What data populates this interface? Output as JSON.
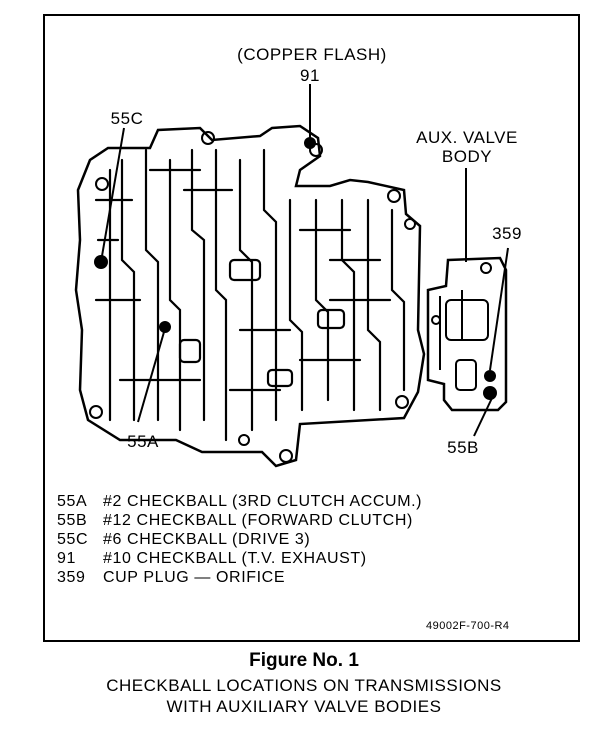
{
  "callouts": {
    "copper_flash": "(COPPER FLASH)",
    "c91": "91",
    "c55c": "55C",
    "aux_valve_body": [
      "AUX. VALVE",
      "BODY"
    ],
    "c359": "359",
    "c55a": "55A",
    "c55b": "55B"
  },
  "legend": [
    {
      "code": "55A",
      "text": "#2 CHECKBALL (3RD CLUTCH ACCUM.)"
    },
    {
      "code": "55B",
      "text": "#12 CHECKBALL (FORWARD CLUTCH)"
    },
    {
      "code": "55C",
      "text": "#6 CHECKBALL (DRIVE 3)"
    },
    {
      "code": "91",
      "text": "#10 CHECKBALL (T.V. EXHAUST)"
    },
    {
      "code": "359",
      "text": "CUP PLUG — ORIFICE"
    }
  ],
  "reference_code": "49002F-700-R4",
  "figure": {
    "title": "Figure No. 1",
    "caption": [
      "CHECKBALL LOCATIONS ON TRANSMISSIONS",
      "WITH AUXILIARY VALVE BODIES"
    ]
  }
}
